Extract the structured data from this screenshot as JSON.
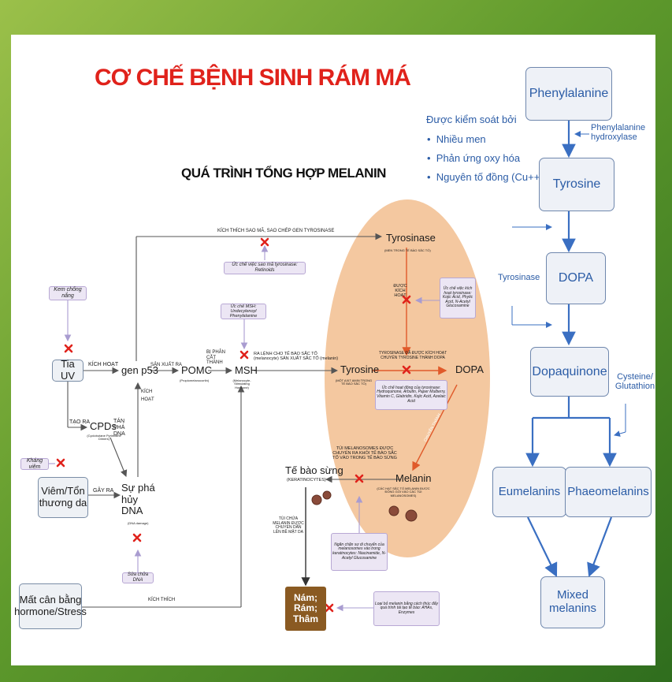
{
  "title": "CƠ CHẾ BỆNH SINH RÁM MÁ",
  "subtitle": "QUÁ TRÌNH TỔNG HỢP MELANIN",
  "colors": {
    "accent_red": "#e0221b",
    "melanocyte": "#f4c8a0",
    "path_blue": "#3a6fc2",
    "brown": "#8a5a22"
  },
  "left": {
    "sun_protection": "Kem chống nắng",
    "anti_inflammatory": "Kháng viêm",
    "uv": "Tia UV",
    "inflammation": "Viêm/Tổn thương da",
    "imbalance": "Mất cân bằng hormone/Stress",
    "activate": "KÍCH HOẠT",
    "generate": "TẠO RA",
    "cpds": "CPDs",
    "cpds_sub": "(Cyclobutane Pyrimidine Dimers)",
    "break_dna": "TÁN PHÁ DNA",
    "cause": "GÂY RA",
    "dna_damage": "Sự phá hủy DNA",
    "dna_damage_sub": "(DNA damage)",
    "dna_repair": "Sửa chữa DNA",
    "stimulate_v": "KÍCH HOẠT",
    "stimulate": "KÍCH THÍCH"
  },
  "middle": {
    "p53": "gen p53",
    "produce": "SẢN XUẤT RA",
    "pomc": "POMC",
    "pomc_sub": "(Propiomelanocortin)",
    "cleave": "BỊ PHÂN CẮT THÀNH",
    "msh": "MSH",
    "msh_sub": "(Melanocyte-Stimulating Hormone)",
    "msh_inhibit": "Ức chế MSH: Undecylenoyl Phenylalanine",
    "tyr_gene": "KÍCH THÍCH SAO MÃ, SAO CHÉP GEN TYROSINASE",
    "tyr_gene_inhibit": "Ức chế việc sao mã tyrosinase: Retinoids",
    "signal": "RA LỆNH CHO TẾ BÀO SẮC TỐ (melanocyte) SẢN XUẤT SẮC TỐ (melanin)"
  },
  "melanocyte": {
    "tyrosinase": "Tyrosinase",
    "tyrosinase_sub": "(MEN TRONG TẾ BÀO SẮC TỐ)",
    "activated": "ĐƯỢC KÍCH HOẠT",
    "tyr_inhibit": "Ức chế việc kích hoạt tyrosinase: Kojic Acid, Phytic Acid, N-Acetyl Glucosamine",
    "tyrosine": "Tyrosine",
    "tyrosine_sub": "(MỘT AXIT AMIN TRONG TẾ BÀO SẮC TỐ)",
    "convert": "TYROSINASE ĐÃ ĐƯỢC KÍCH HOẠT CHUYỂN TYROSINE THÀNH DOPA",
    "dopa": "DOPA",
    "enzyme_inhibit": "Ức chế hoạt động của tyrosinase: Hydroquinone, Arbutin, Paper Mulberry, Vitamin C, Glabridin, Kojic Acid, Azelaic Acid",
    "into": "CHUYỂN THÀNH",
    "melanin": "Melanin",
    "melanin_sub": "(CÁC HẠT SẮC TỐ MELANIN ĐƯỢC ĐÓNG GÓI VÀO CÁC TÚI MELANOSOMES)",
    "transfer": "TÚI MELANOSOMES ĐƯỢC CHUYỂN RA KHỎI TẾ BÀO SẮC TỐ VÀO TRONG TẾ BÀO SỪNG",
    "keratinocyte": "Tế bào sừng",
    "keratinocyte_sub": "(KERATINOCYTES)",
    "carry": "TÚI CHỨA MELANIN ĐƯỢC CHUYỂN DẦN LÊN BỀ MẶT DA",
    "block_transfer": "Ngăn chặn sự di chuyển của melanosomes vào trong keratinocytes: Niacinamide, N-Acetyl Glucosamine",
    "melasma": "Nám; Rám; Thâm",
    "remove": "Loại bỏ melanin bằng cách thúc đẩy quá trình tái tạo tế bào: AHAs, Enzymes"
  },
  "pathway": {
    "phenylalanine": "Phenylalanine",
    "controlled_by": "Được kiểm soát bởi",
    "control_items": [
      "Nhiều men",
      "Phản ứng oxy hóa",
      "Nguyên tố đồng (Cu++)"
    ],
    "hydroxylase": "Phenylalanine hydroxylase",
    "tyrosine": "Tyrosine",
    "tyrosinase": "Tyrosinase",
    "dopa": "DOPA",
    "dopaquinone": "Dopaquinone",
    "cysteine": "Cysteine/ Glutathion",
    "eumelanins": "Eumelanins",
    "phaeomelanins": "Phaeomelanins",
    "mixed": "Mixed melanins"
  }
}
